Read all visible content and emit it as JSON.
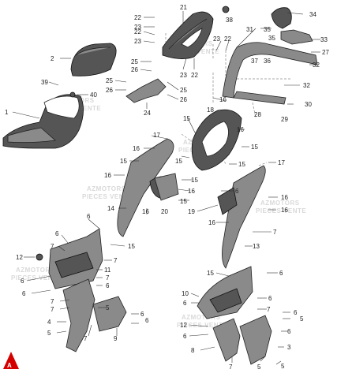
{
  "watermark": {
    "line1": "AZMOTORS",
    "line2": "PIECES VENTE"
  },
  "logo_letter": "A",
  "labels": [
    "1",
    "2",
    "3",
    "4",
    "5",
    "6",
    "7",
    "8",
    "9",
    "10",
    "11",
    "12",
    "13",
    "14",
    "15",
    "16",
    "17",
    "18",
    "19",
    "20",
    "21",
    "22",
    "23",
    "24",
    "25",
    "26",
    "27",
    "28",
    "29",
    "30",
    "31",
    "32",
    "33",
    "34",
    "35",
    "36",
    "37",
    "38",
    "39",
    "40"
  ],
  "colors": {
    "part_fill": "#8a8a8a",
    "line": "#333333",
    "logo_red": "#d40000"
  }
}
